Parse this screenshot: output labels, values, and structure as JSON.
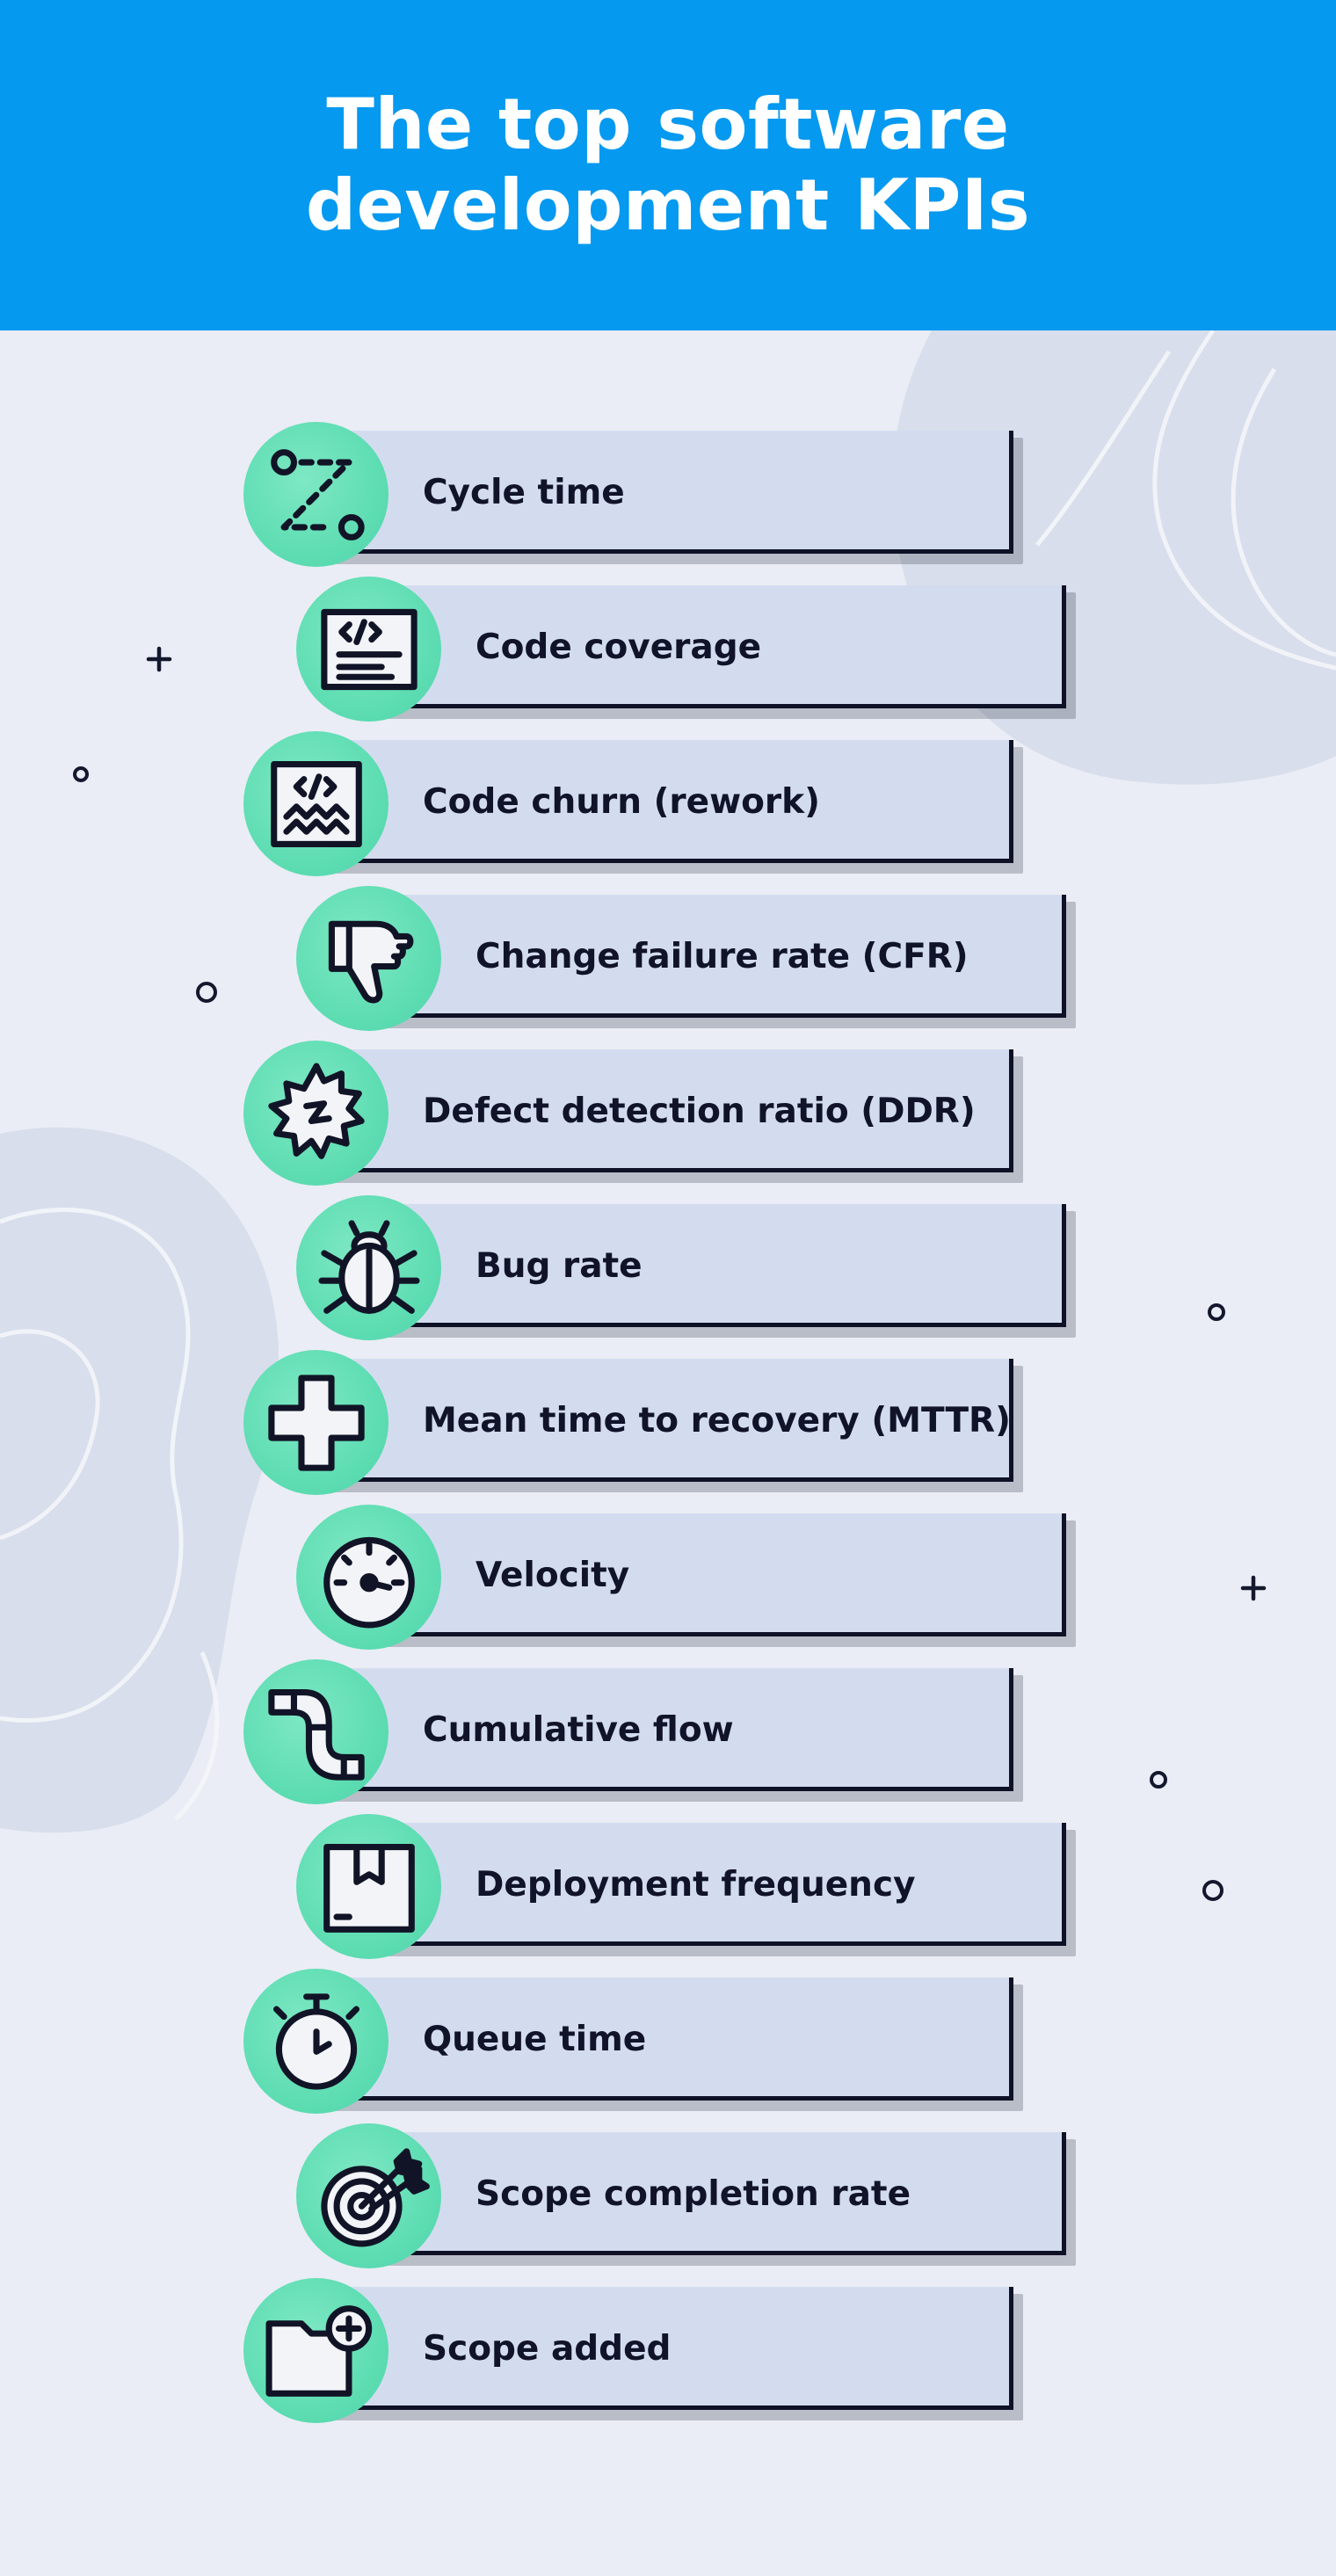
{
  "header": {
    "title": "The top software\ndevelopment KPIs",
    "background_color": "#0599f0"
  },
  "colors": {
    "page_background": "#eaedf5",
    "card_fill": "#d3dcef",
    "card_edge": "#0f1226",
    "badge_green": "#5fddb3",
    "text_dark": "#10132a"
  },
  "kpis": [
    {
      "label": "Cycle time",
      "icon": "cycle-path-icon"
    },
    {
      "label": "Code coverage",
      "icon": "code-document-icon"
    },
    {
      "label": "Code churn (rework)",
      "icon": "code-churn-icon"
    },
    {
      "label": "Change failure rate (CFR)",
      "icon": "thumbs-down-icon"
    },
    {
      "label": "Defect detection ratio (DDR)",
      "icon": "broken-gear-icon"
    },
    {
      "label": "Bug rate",
      "icon": "bug-icon"
    },
    {
      "label": "Mean time to recovery (MTTR)",
      "icon": "medical-cross-icon"
    },
    {
      "label": "Velocity",
      "icon": "speedometer-icon"
    },
    {
      "label": "Cumulative flow",
      "icon": "flow-pipe-icon"
    },
    {
      "label": "Deployment frequency",
      "icon": "package-box-icon"
    },
    {
      "label": "Queue time",
      "icon": "stopwatch-icon"
    },
    {
      "label": "Scope completion rate",
      "icon": "target-arrows-icon"
    },
    {
      "label": "Scope added",
      "icon": "folder-plus-icon"
    }
  ]
}
